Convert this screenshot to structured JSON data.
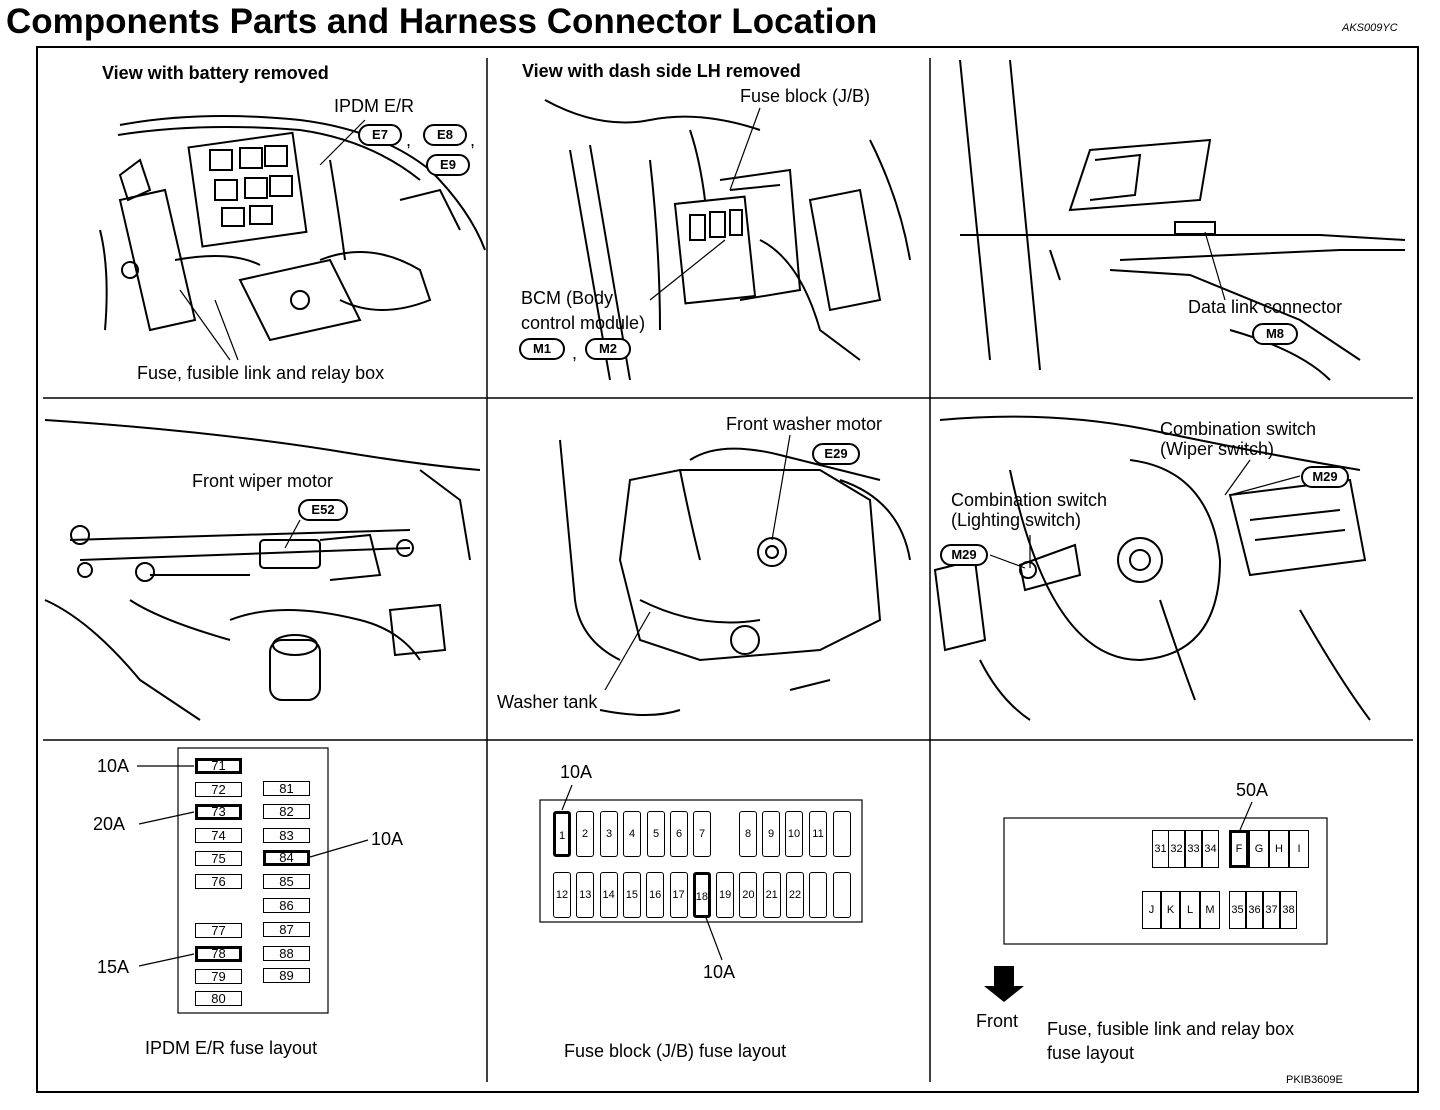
{
  "header": {
    "title": "Components Parts and Harness Connector Location",
    "code": "AKS009YC"
  },
  "footer": {
    "code": "PKIB3609E"
  },
  "panels": {
    "p1": {
      "caption": "View with battery removed",
      "ipdm": "IPDM E/R",
      "connectors": [
        "E7",
        "E8",
        "E9"
      ],
      "box": "Fuse, fusible link and relay box"
    },
    "p2": {
      "caption": "View with dash side LH removed",
      "fuse_block": "Fuse block (J/B)",
      "bcm_line1": "BCM (Body",
      "bcm_line2": "control module)",
      "connectors": [
        "M1",
        "M2"
      ]
    },
    "p3": {
      "dlc": "Data link connector",
      "connector": "M8"
    },
    "p4": {
      "wiper": "Front wiper motor",
      "connector": "E52"
    },
    "p5": {
      "washer_motor": "Front washer motor",
      "connector": "E29",
      "tank": "Washer tank"
    },
    "p6": {
      "wiper_sw_line1": "Combination switch",
      "wiper_sw_line2": "(Wiper switch)",
      "light_sw_line1": "Combination switch",
      "light_sw_line2": "(Lighting switch)",
      "connector_right": "M29",
      "connector_left": "M29"
    },
    "p7": {
      "caption": "IPDM E/R fuse layout",
      "left_fuses": [
        "71",
        "72",
        "73",
        "74",
        "75",
        "76",
        "77",
        "78",
        "79",
        "80"
      ],
      "right_fuses": [
        "81",
        "82",
        "83",
        "84",
        "85",
        "86",
        "87",
        "88",
        "89"
      ],
      "ratings": {
        "f71": "10A",
        "f73": "20A",
        "f84": "10A",
        "f78": "15A"
      }
    },
    "p8": {
      "caption": "Fuse block (J/B) fuse layout",
      "row1": [
        "1",
        "2",
        "3",
        "4",
        "5",
        "6",
        "7",
        "",
        "8",
        "9",
        "10",
        "11",
        ""
      ],
      "row2": [
        "12",
        "13",
        "14",
        "15",
        "16",
        "17",
        "18",
        "19",
        "20",
        "21",
        "22",
        "",
        ""
      ],
      "ratings": {
        "f1": "10A",
        "f18": "10A"
      }
    },
    "p9": {
      "caption_line1": "Fuse, fusible link and relay box",
      "caption_line2": "fuse layout",
      "front": "Front",
      "top_row": [
        "31",
        "32",
        "33",
        "34",
        "F",
        "G",
        "H",
        "I"
      ],
      "bottom_row": [
        "J",
        "K",
        "L",
        "M",
        "35",
        "36",
        "37",
        "38"
      ],
      "rating": "50A"
    }
  }
}
